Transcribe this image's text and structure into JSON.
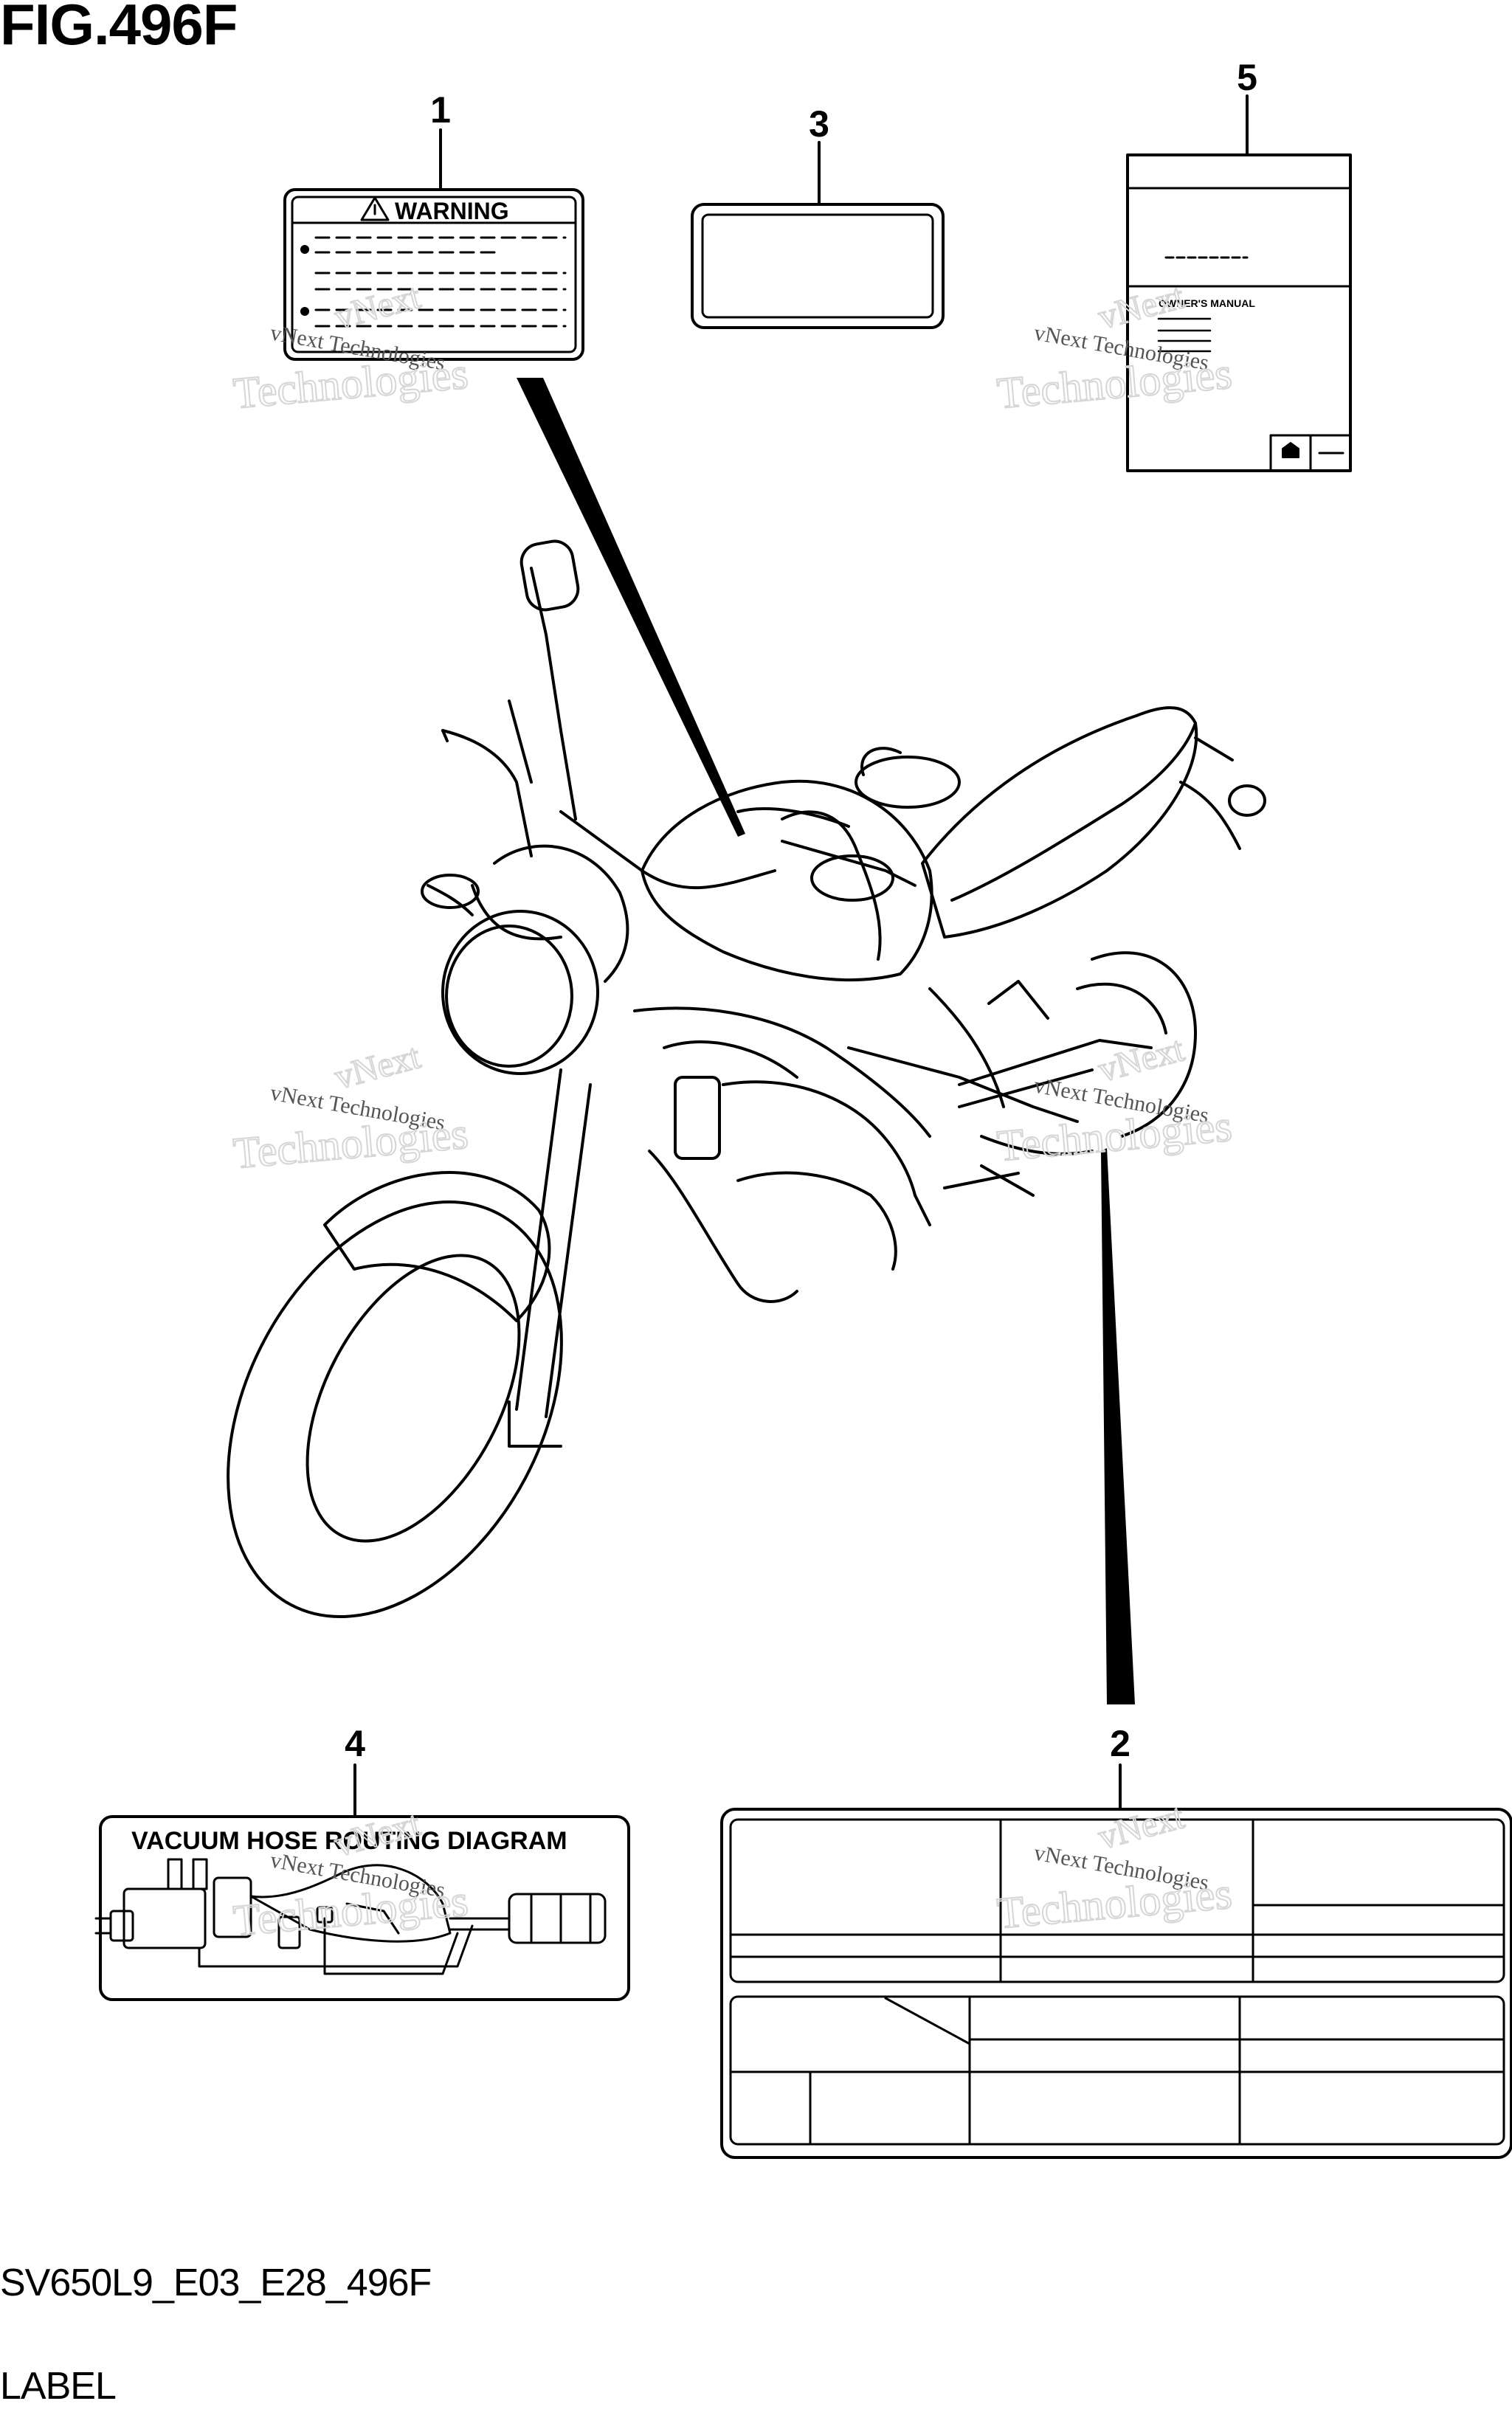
{
  "figure": {
    "title": "FIG.496F",
    "code": "SV650L9_E03_E28_496F",
    "name": "LABEL"
  },
  "callouts": [
    "1",
    "2",
    "3",
    "4",
    "5"
  ],
  "labels": {
    "warning": {
      "heading": "WARNING"
    },
    "owners_manual": {
      "heading": "OWNER'S MANUAL"
    },
    "vacuum_hose": {
      "heading": "VACUUM HOSE ROUTING DIAGRAM"
    }
  },
  "watermark": {
    "line1": "vNext Technologies",
    "line2": "vNext",
    "line3": "Technologies"
  },
  "colors": {
    "ink": "#000000",
    "paper": "#ffffff",
    "watermark": "#d9d9d9"
  }
}
